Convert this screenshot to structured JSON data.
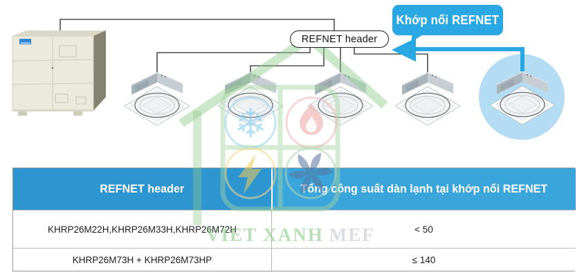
{
  "diagram": {
    "callout_label": "Khớp nối REFNET",
    "refnet_label": "REFNET header",
    "outdoor_unit_count": 1,
    "indoor_unit_count": 5
  },
  "watermark": {
    "brand_primary": "VIET XANH",
    "brand_secondary": "MEF",
    "icons": [
      "house-icon",
      "snowflake-icon",
      "flame-icon",
      "lightning-icon",
      "fan-icon"
    ]
  },
  "table": {
    "columns": [
      "REFNET header",
      "Tổng công suất dàn lạnh tại khớp nối REFNET"
    ],
    "rows": [
      {
        "models": "KHRP26M22H,KHRP26M33H,KHRP26M72H",
        "capacity": "< 50"
      },
      {
        "models": "KHRP26M73H + KHRP26M73HP",
        "capacity": "≤ 140"
      }
    ]
  },
  "colors": {
    "accent_blue": "#29a7e2",
    "table_header_left": "#2d95d0",
    "table_header_right": "#3aa5db",
    "highlight_circle": "#b4ddf4",
    "watermark_green": "#8fcb8c",
    "pipe_gray": "#4d4d4d"
  }
}
